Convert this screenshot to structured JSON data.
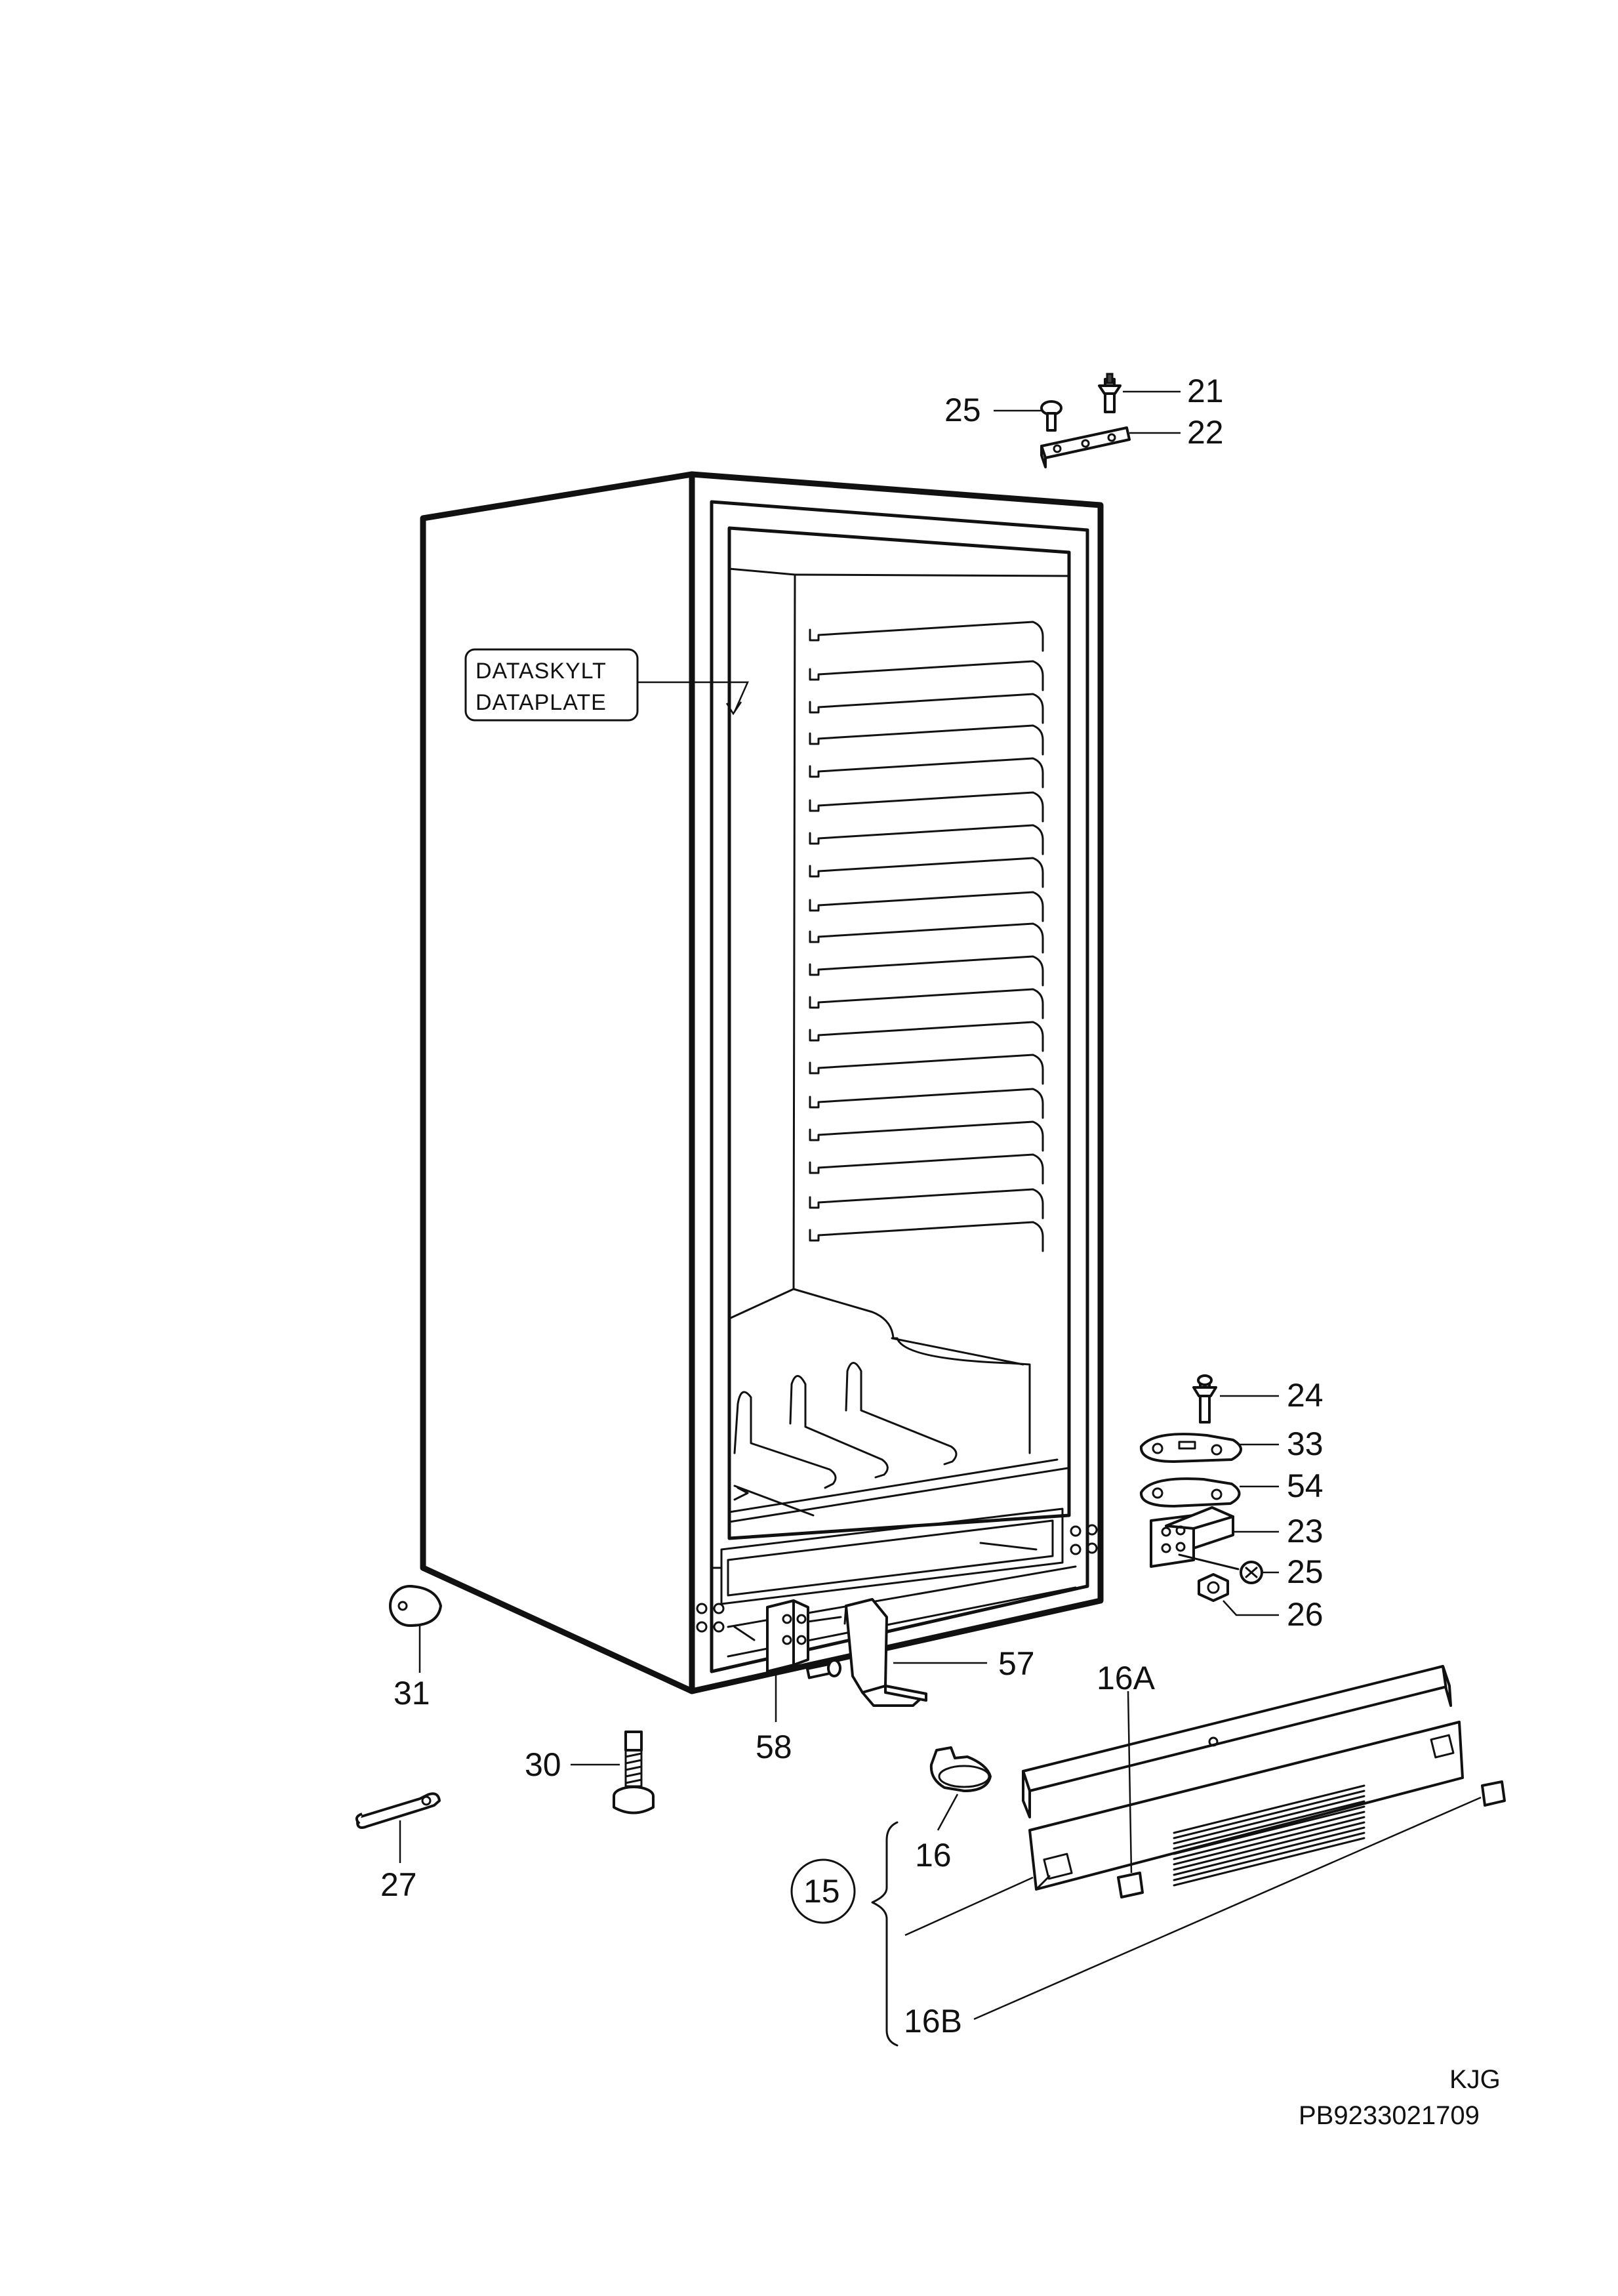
{
  "plate_label": {
    "line1": "DATASKYLT",
    "line2": "DATAPLATE"
  },
  "callouts": {
    "p21": "21",
    "p22": "22",
    "p25_top": "25",
    "p24": "24",
    "p33": "33",
    "p54": "54",
    "p23": "23",
    "p25_mid": "25",
    "p26": "26",
    "p57": "57",
    "p58": "58",
    "p31": "31",
    "p30": "30",
    "p27": "27",
    "p16": "16",
    "p16a": "16A",
    "p16b": "16B",
    "p15": "15"
  },
  "footer": {
    "code": "KJG",
    "number": "PB9233021709"
  }
}
